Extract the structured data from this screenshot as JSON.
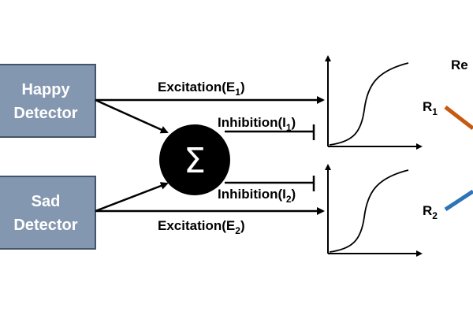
{
  "colors": {
    "box_fill": "#8497b0",
    "box_stroke": "#44546a",
    "sum_node": "#000000",
    "r1_arrow": "#c55a11",
    "r2_arrow": "#2e75b6"
  },
  "detectors": [
    {
      "line1": "Happy",
      "line2": "Detector"
    },
    {
      "line1": "Sad",
      "line2": "Detector"
    }
  ],
  "sum_symbol": "Σ",
  "excitation_top": {
    "base": "Excitation(E",
    "sub": "1",
    "close": ")"
  },
  "excitation_bottom": {
    "base": "Excitation(E",
    "sub": "2",
    "close": ")"
  },
  "inhibition_top": {
    "base": "Inhibition(I",
    "sub": "1",
    "close": ")"
  },
  "inhibition_bottom": {
    "base": "Inhibition(I",
    "sub": "2",
    "close": ")"
  },
  "response_top": {
    "base": "R",
    "sub": "1"
  },
  "response_bottom": {
    "base": "R",
    "sub": "2"
  },
  "right_header": "Re"
}
